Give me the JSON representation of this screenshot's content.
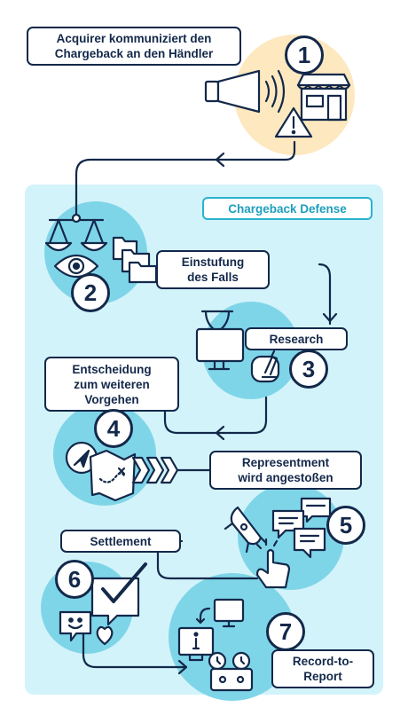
{
  "colors": {
    "ink": "#13284a",
    "panel": "#d3f3fa",
    "circle": "#7fd5e8",
    "sun": "#fde8bf",
    "accent": "#2ab3cf"
  },
  "section_label": "Chargeback Defense",
  "steps": [
    {
      "number": "1",
      "label": "Acquirer kommuniziert den\nChargeback an den Händler",
      "icons": [
        "megaphone-icon",
        "shop-icon",
        "warning-icon"
      ]
    },
    {
      "number": "2",
      "label": "Einstufung\ndes Falls",
      "icons": [
        "scales-icon",
        "eye-icon",
        "folders-icon"
      ]
    },
    {
      "number": "3",
      "label": "Research",
      "icons": [
        "hourglass-icon",
        "monitor-icon",
        "microscope-icon"
      ]
    },
    {
      "number": "4",
      "label": "Entscheidung\nzum weiteren\nVorgehen",
      "icons": [
        "compass-icon",
        "treasure-map-icon",
        "chevrons-icon"
      ]
    },
    {
      "number": "5",
      "label": "Representment\nwird angestoßen",
      "icons": [
        "rocket-icon",
        "chat-bubbles-icon",
        "pointer-hand-icon"
      ]
    },
    {
      "number": "6",
      "label": "Settlement",
      "icons": [
        "checkmark-icon",
        "smiley-chat-icon",
        "heart-icon"
      ]
    },
    {
      "number": "7",
      "label": "Record-to-\nReport",
      "icons": [
        "info-monitor-icon",
        "tape-recorder-icon",
        "screen-icon"
      ]
    }
  ]
}
